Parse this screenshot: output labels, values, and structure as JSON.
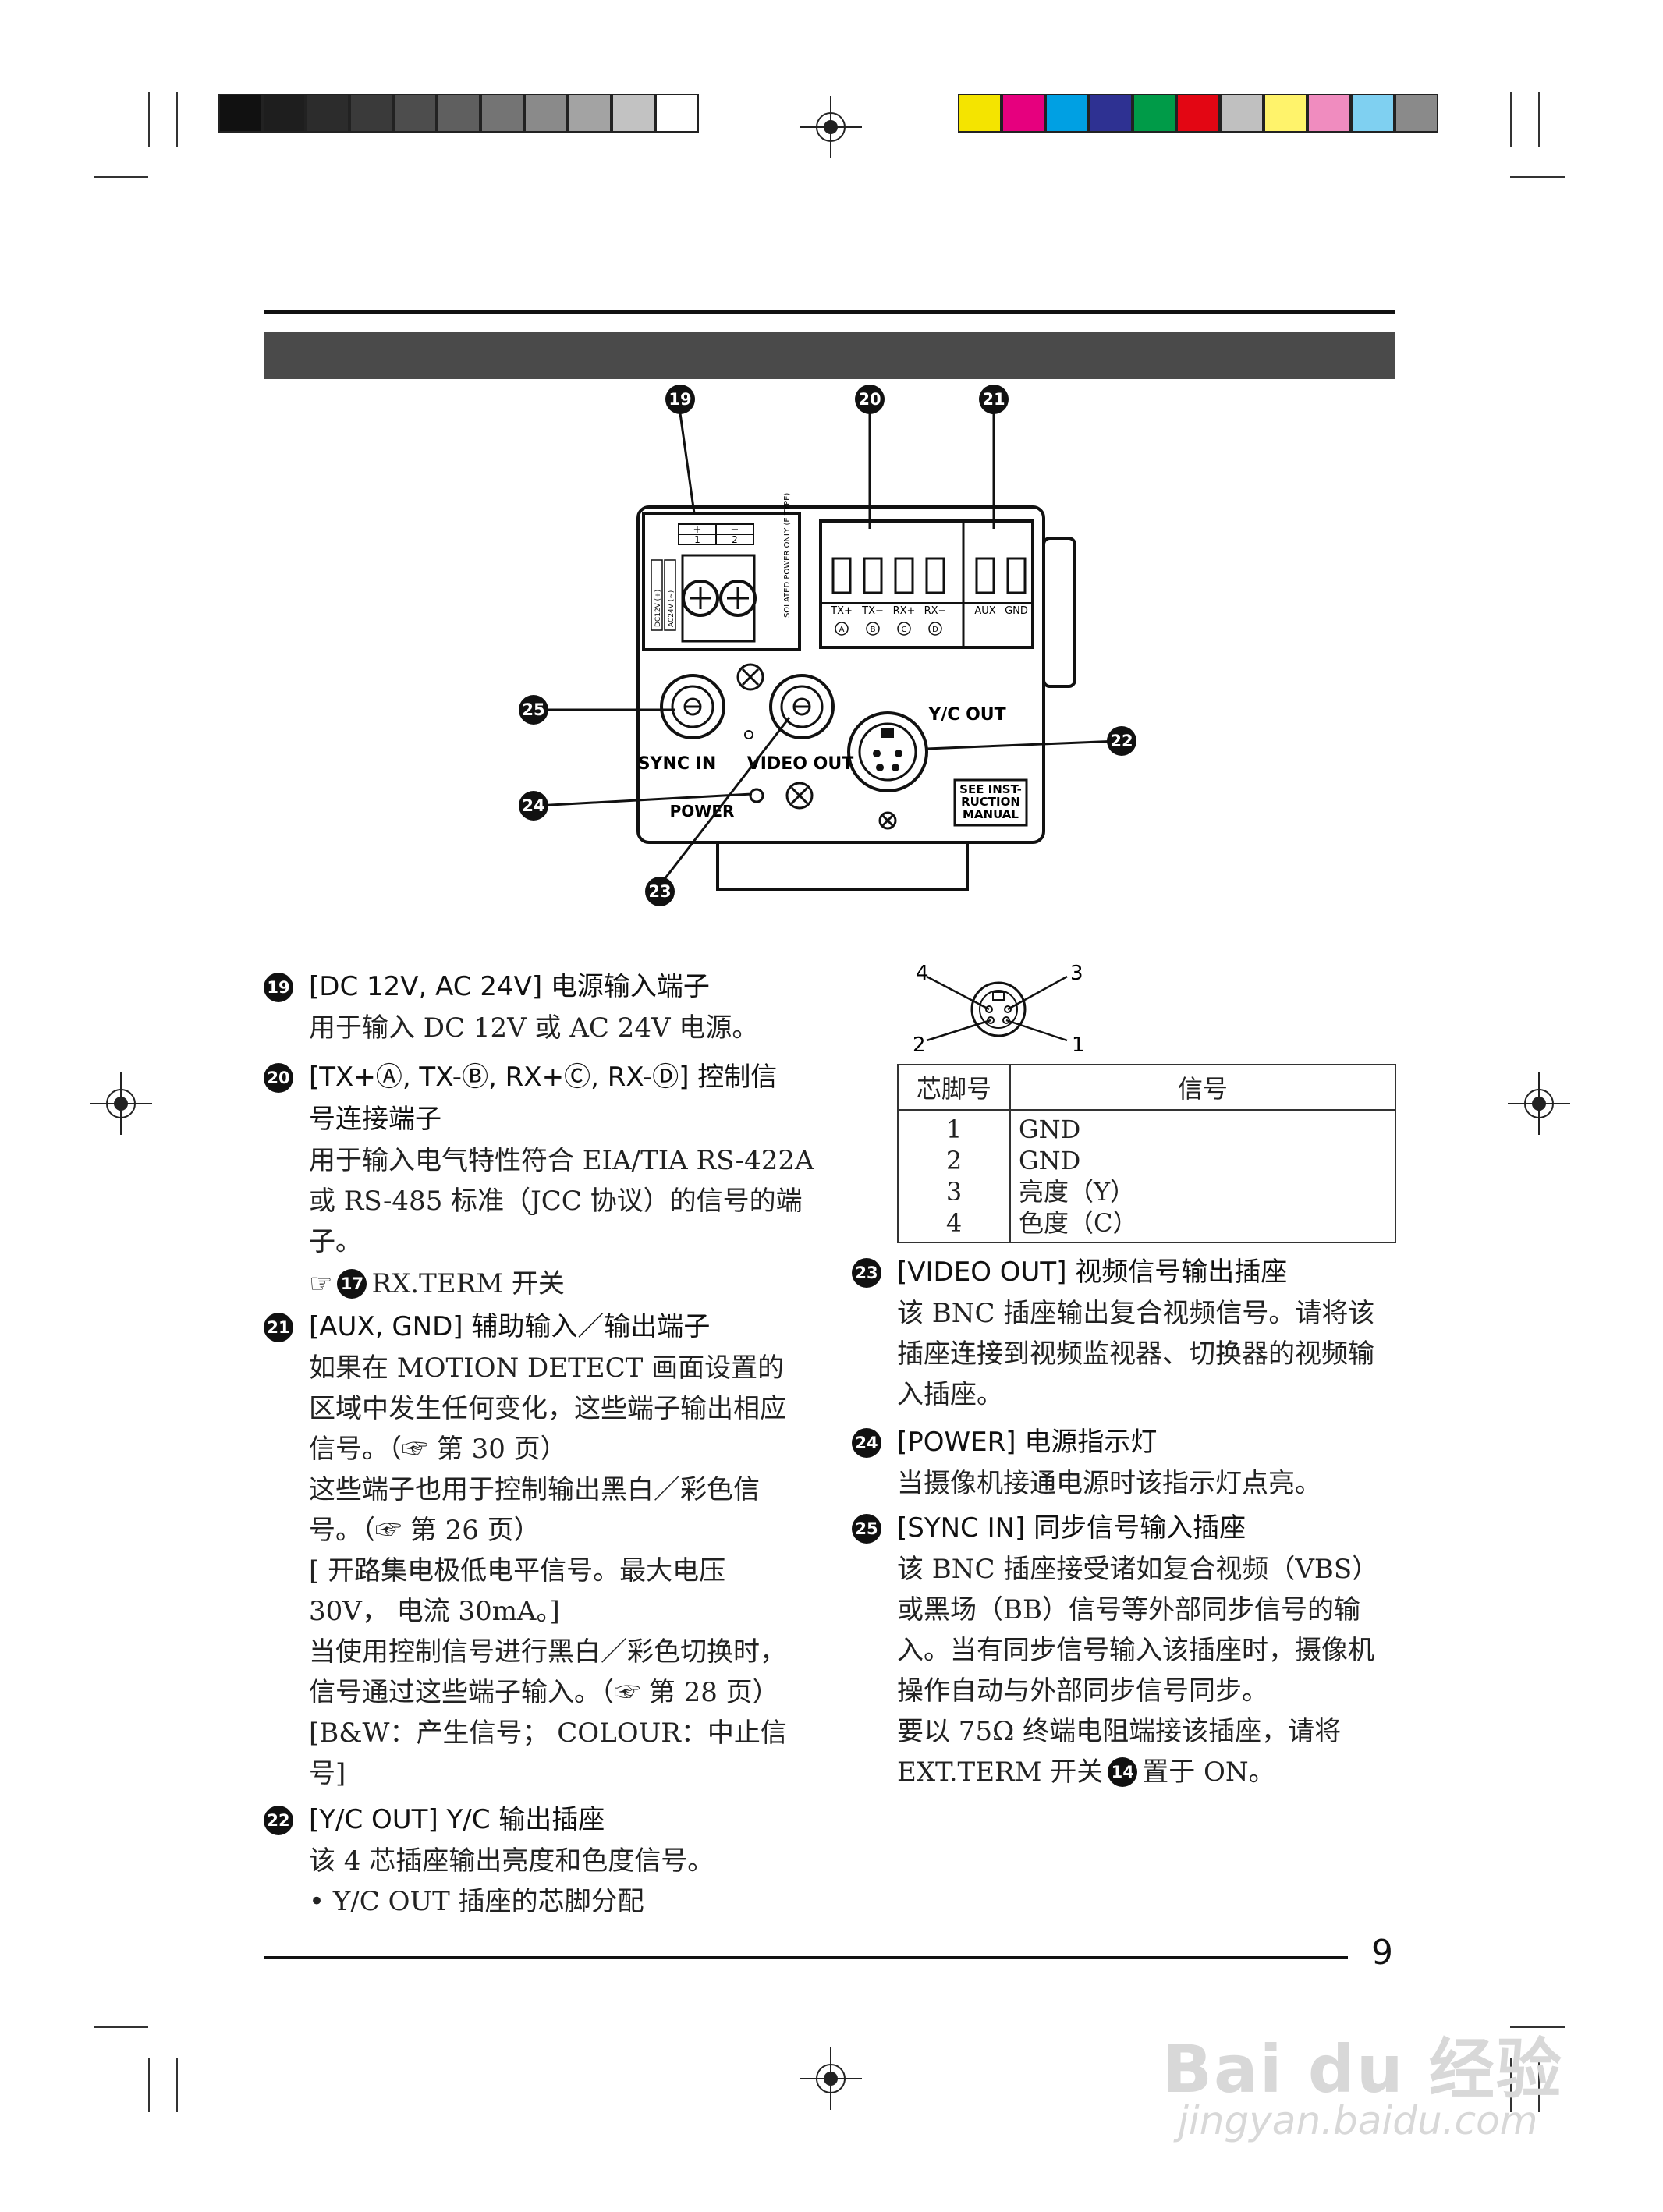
{
  "diagram": {
    "callouts": [
      "19",
      "20",
      "21",
      "22",
      "23",
      "24",
      "25"
    ],
    "labels": {
      "sync_in": "SYNC IN",
      "video_out": "VIDEO OUT",
      "yc_out": "Y/C OUT",
      "power": "POWER",
      "see_manual": [
        "SEE INST-",
        "RUCTION",
        "MANUAL"
      ],
      "isolated": "ISOLATED POWER ONLY (E TYPE)",
      "terminals": [
        "TX+",
        "TX−",
        "RX+",
        "RX−",
        "AUX",
        "GND"
      ],
      "terminal_letters": [
        "A",
        "B",
        "C",
        "D"
      ],
      "power_side": [
        "DC12V (+)",
        "AC24V (~)"
      ],
      "plus": "+",
      "minus": "−",
      "one": "1",
      "two": "2"
    }
  },
  "items": {
    "i19": {
      "num": "19",
      "title": "[DC 12V, AC 24V] 电源输入端子",
      "text": "用于输入 DC 12V 或 AC 24V 电源。"
    },
    "i20": {
      "num": "20",
      "title_l1": "[TX+Ⓐ, TX-Ⓑ, RX+Ⓒ, RX-Ⓓ] 控制信",
      "title_l2": "号连接端子",
      "text": "用于输入电气特性符合 EIA/TIA RS-422A\n或 RS-485 标准（JCC 协议）的信号的端\n子。",
      "ref_icon": "☞",
      "ref_num": "17",
      "ref_text": "RX.TERM 开关"
    },
    "i21": {
      "num": "21",
      "title": "[AUX, GND] 辅助输入／输出端子",
      "text": "如果在 MOTION DETECT 画面设置的\n区域中发生任何变化，这些端子输出相应\n信号。（☞ 第 30 页）\n这些端子也用于控制输出黑白／彩色信\n号。（☞ 第 26 页）\n[ 开路集电极低电平信号。最大电压\n30V， 电流 30mA。]\n当使用控制信号进行黑白／彩色切换时，\n信号通过这些端子输入。（☞ 第 28 页）\n[B&W：产生信号； COLOUR：中止信\n号]"
    },
    "i22": {
      "num": "22",
      "title": "[Y/C OUT] Y/C 输出插座",
      "text": "该 4 芯插座输出亮度和色度信号。\n• Y/C OUT 插座的芯脚分配"
    },
    "i23": {
      "num": "23",
      "title": "[VIDEO OUT] 视频信号输出插座",
      "text": "该 BNC 插座输出复合视频信号。请将该\n插座连接到视频监视器、切换器的视频输\n入插座。"
    },
    "i24": {
      "num": "24",
      "title": "[POWER] 电源指示灯",
      "text": "当摄像机接通电源时该指示灯点亮。"
    },
    "i25": {
      "num": "25",
      "title": "[SYNC IN] 同步信号输入插座",
      "text": "该 BNC 插座接受诸如复合视频（VBS）\n或黑场（BB）信号等外部同步信号的输\n入。当有同步信号输入该插座时，摄像机\n操作自动与外部同步信号同步。\n要以 75Ω 终端电阻端接该插座，请将",
      "text_end_pre": "EXT.TERM 开关",
      "text_end_num": "14",
      "text_end_post": "置于 ON。"
    }
  },
  "pin_diagram": {
    "pins": [
      "4",
      "3",
      "2",
      "1"
    ]
  },
  "pin_table": {
    "headers": [
      "芯脚号",
      "信号"
    ],
    "rows": [
      [
        "1",
        "GND"
      ],
      [
        "2",
        "GND"
      ],
      [
        "3",
        "亮度（Y）"
      ],
      [
        "4",
        "色度（C）"
      ]
    ]
  },
  "page_number": "9",
  "watermark": {
    "logo": "Bai du 经验",
    "url": "jingyan.baidu.com"
  },
  "colors": {
    "gray_swatches": [
      "#111111",
      "#1e1e1e",
      "#2c2c2c",
      "#3a3a3a",
      "#4d4d4d",
      "#5f5f5f",
      "#747474",
      "#8a8a8a",
      "#a3a3a3",
      "#c2c2c2",
      "#ffffff"
    ],
    "color_swatches": [
      "#f4e400",
      "#e6007e",
      "#00a0e3",
      "#2e3192",
      "#009b48",
      "#e30613",
      "#c0c0c0",
      "#fff36b",
      "#f08cbf",
      "#7fd0f1",
      "#8a8a8a"
    ],
    "header_bar": "#4a4a4a"
  }
}
